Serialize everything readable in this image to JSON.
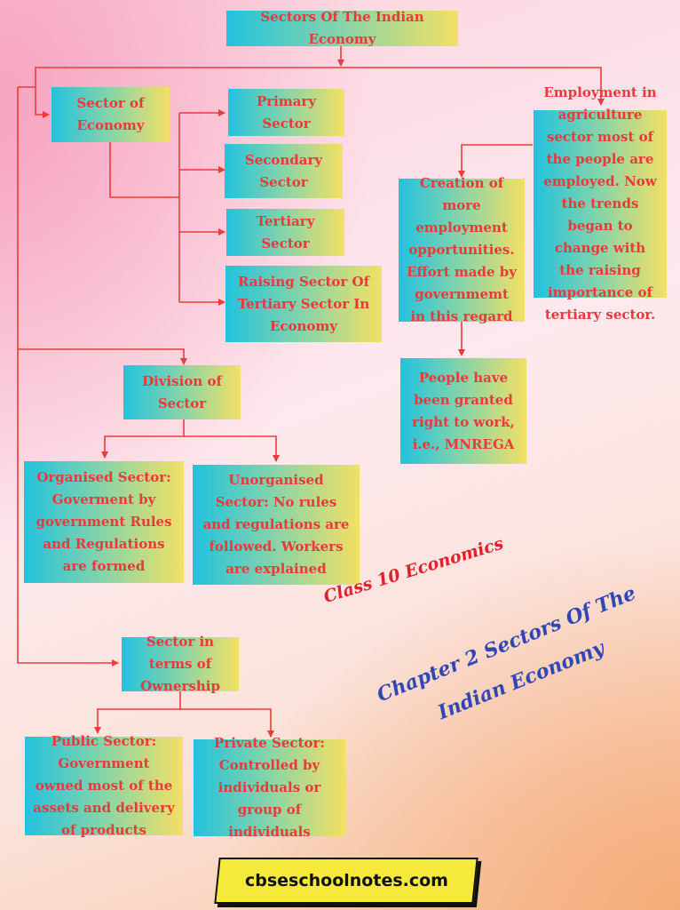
{
  "diagram": {
    "root": "Sectors Of The Indian Economy",
    "sector_of_economy": "Sector of Economy",
    "primary": "Primary Sector",
    "secondary": "Secondary Sector",
    "tertiary": "Tertiary Sector",
    "raising": "Raising Sector Of Tertiary Sector In Economy",
    "employment": "Employment in agriculture sector most of the people are employed. Now the trends began to change with the raising importance of tertiary sector.",
    "creation": "Creation of more employment opportunities. Effort made by governmemt in this regard",
    "right_to_work": "People have been granted right to work, i.e., MNREGA",
    "division": "Division of Sector",
    "organised": "Organised Sector: Goverment by government Rules and Regulations are formed",
    "unorganised": "Unorganised Sector: No rules and regulations are followed. Workers are explained",
    "ownership": "Sector in terms of Ownership",
    "public": "Public Sector: Government owned most of the assets and delivery of products",
    "private": "Private Sector: Controlled by individuals or group of individuals"
  },
  "overlay": {
    "class_title": "Class 10 Economics",
    "chapter_title": "Chapter 2 Sectors Of The Indian Economy",
    "website": "cbseschoolnotes.com"
  },
  "colors": {
    "box_gradient_start": "#22c2de",
    "box_gradient_end": "#f3e063",
    "box_text": "#e83a3a",
    "connector": "#ec3b3b",
    "class_title": "#e0202a",
    "chapter_title": "#2f47b5",
    "website_bg": "#f5ea3c"
  }
}
